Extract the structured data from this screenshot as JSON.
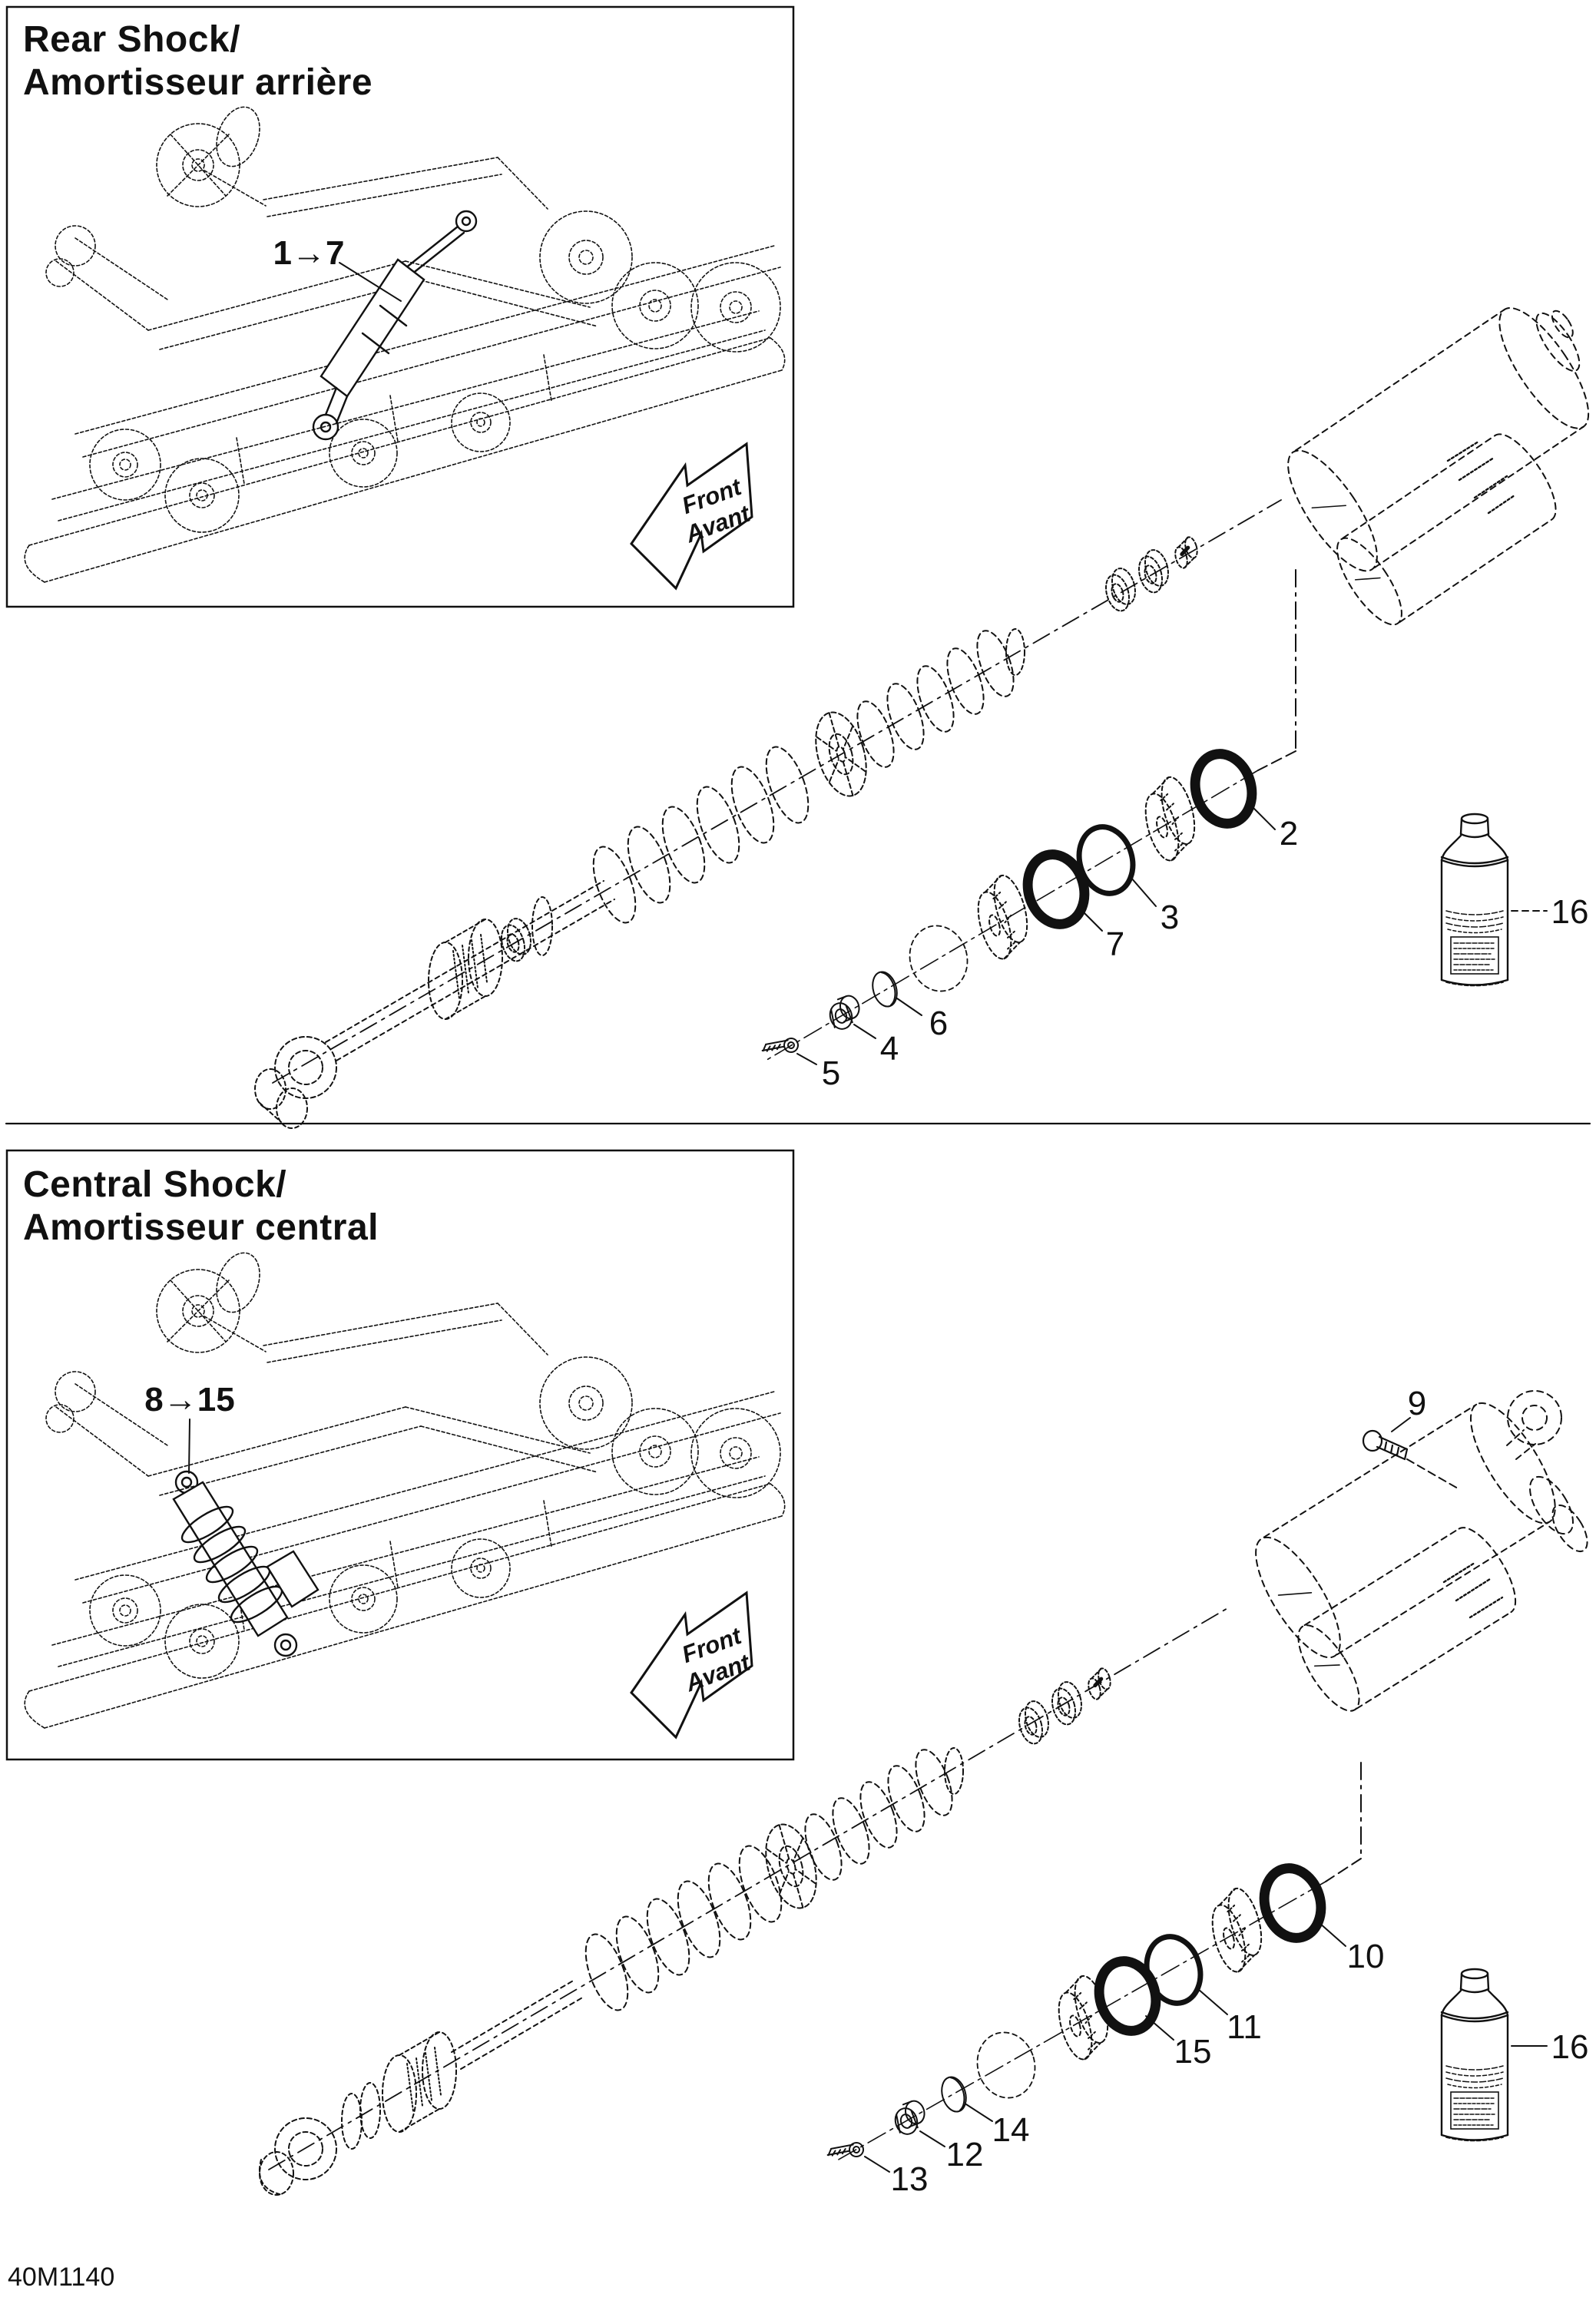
{
  "page": {
    "background": "#ffffff",
    "ink": "#111111",
    "footer_code": "40M1140"
  },
  "front_arrow": {
    "line1": "Front",
    "line2": "Avant"
  },
  "rear_section": {
    "title_line1": "Rear Shock/",
    "title_line2": "Amortisseur arrière",
    "range_label": "1→7",
    "parts": {
      "p2": "2",
      "p3": "3",
      "p4": "4",
      "p5": "5",
      "p6": "6",
      "p7": "7",
      "p16": "16"
    }
  },
  "central_section": {
    "title_line1": "Central Shock/",
    "title_line2": "Amortisseur central",
    "range_label": "8→15",
    "parts": {
      "p9": "9",
      "p10": "10",
      "p11": "11",
      "p12": "12",
      "p13": "13",
      "p14": "14",
      "p15": "15",
      "p16": "16"
    }
  }
}
